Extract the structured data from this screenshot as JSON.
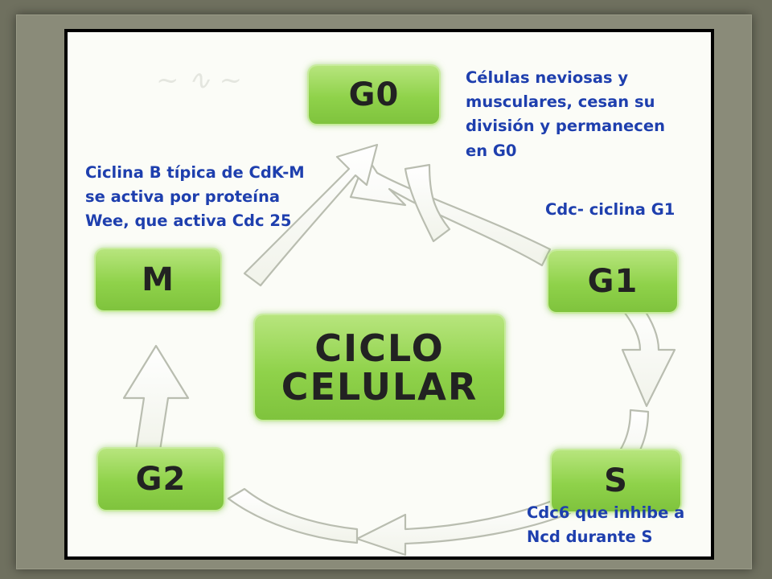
{
  "diagram": {
    "stages": {
      "g0": "G0",
      "g1": "G1",
      "s": "S",
      "g2": "G2",
      "m": "M"
    },
    "center": {
      "line1": "CICLO",
      "line2": "CELULAR"
    }
  },
  "annotations": {
    "g0_note": [
      "Células neviosas y",
      "musculares,  cesan su",
      "división y permanecen",
      "en G0"
    ],
    "m_note": [
      "Ciclina B típica de CdK-M",
      "se activa por proteína",
      "Wee, que activa Cdc 25"
    ],
    "g1_note": "Cdc- ciclina G1",
    "s_note": [
      "Cdc6 que inhibe a",
      "Ncd  durante S"
    ]
  },
  "colors": {
    "background": "#6f705f",
    "stage_green": "#8fd24a",
    "annotation_blue": "#1e3fae"
  }
}
